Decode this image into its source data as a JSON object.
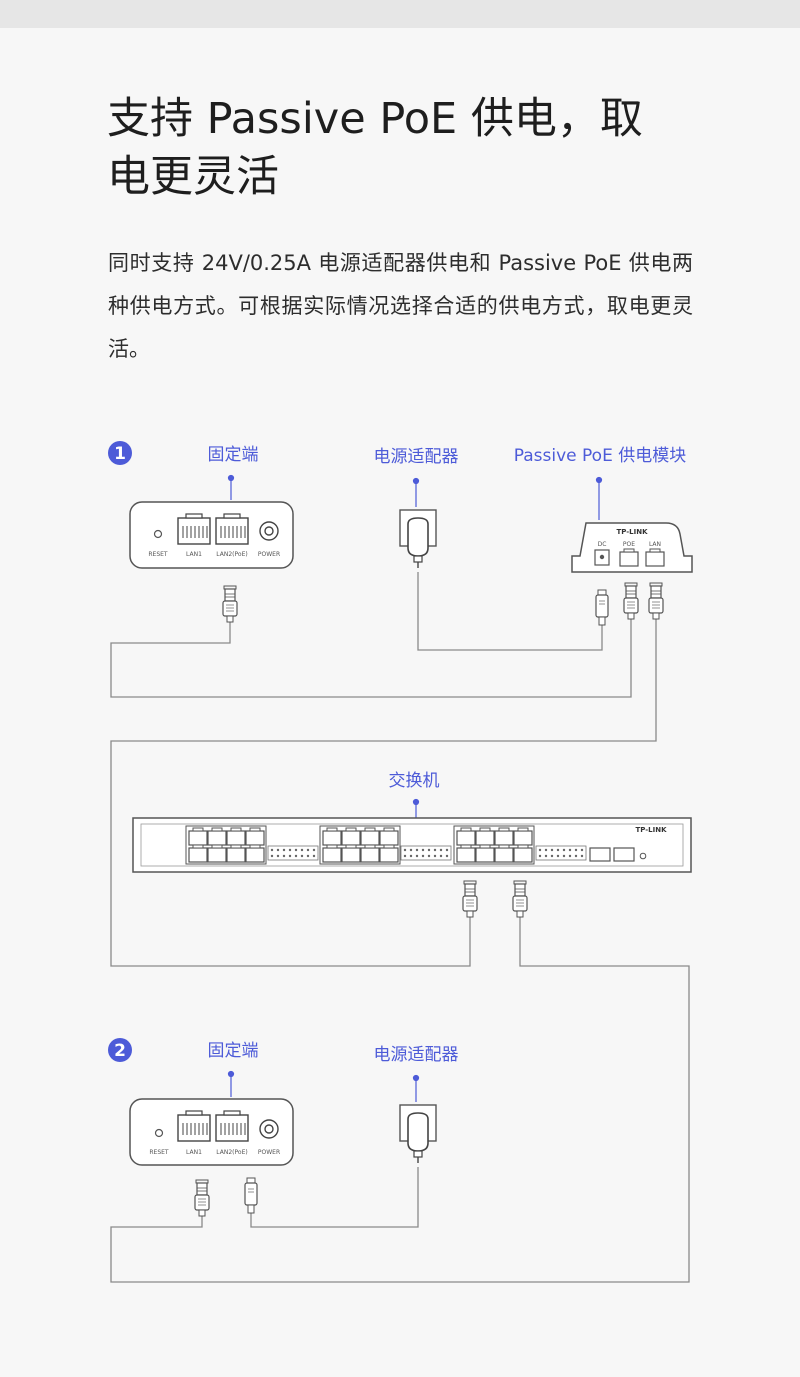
{
  "heading": {
    "line1": "支持 Passive PoE 供电，取",
    "line2": "电更灵活"
  },
  "description": "同时支持 24V/0.25A 电源适配器供电和 Passive PoE 供电两种供电方式。可根据实际情况选择合适的供电方式，取电更灵活。",
  "colors": {
    "accent": "#4d5bd8",
    "line": "#8a8a8a",
    "text": "#1e1e1e"
  },
  "diagram": {
    "section1": {
      "number": "1",
      "fixed_end": "固定端",
      "adapter": "电源适配器",
      "poe_module": "Passive PoE 供电模块",
      "device_ports": {
        "reset": "RESET",
        "lan1": "LAN1",
        "lan2": "LAN2(PoE)",
        "power": "POWER"
      },
      "module_brand": "TP-LINK",
      "module_ports": {
        "dc": "DC",
        "poe": "POE",
        "lan": "LAN"
      }
    },
    "switch": {
      "label": "交换机",
      "brand": "TP-LINK"
    },
    "section2": {
      "number": "2",
      "fixed_end": "固定端",
      "adapter": "电源适配器",
      "device_ports": {
        "reset": "RESET",
        "lan1": "LAN1",
        "lan2": "LAN2(PoE)",
        "power": "POWER"
      }
    }
  }
}
